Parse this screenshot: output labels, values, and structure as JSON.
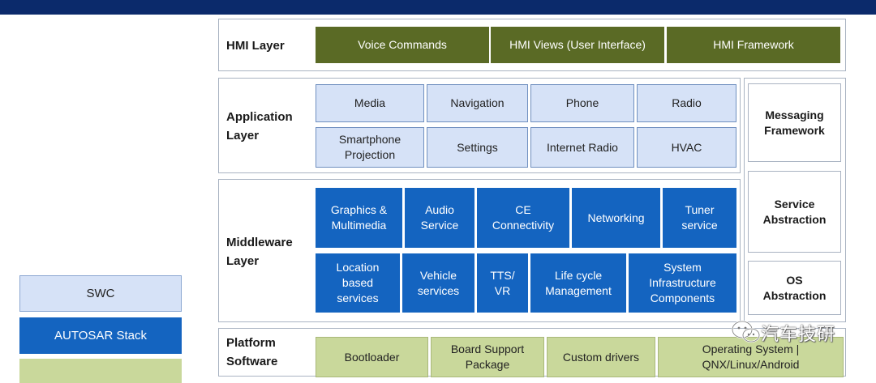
{
  "colors": {
    "topbar": "#0b2a6b",
    "hmi_fill": "#5a6a25",
    "app_fill": "#d6e2f7",
    "mid_fill": "#1464c0",
    "plat_fill": "#c9d89b",
    "legend_swc": "#d6e2f7",
    "legend_autosar": "#1464c0",
    "legend_third": "#c9d89b"
  },
  "hmi": {
    "label": "HMI Layer",
    "boxes": [
      "Voice Commands",
      "HMI Views (User Interface)",
      "HMI Framework"
    ]
  },
  "application": {
    "label": "Application\nLayer",
    "row1": [
      "Media",
      "Navigation",
      "Phone",
      "Radio"
    ],
    "row2": [
      "Smartphone\nProjection",
      "Settings",
      "Internet Radio",
      "HVAC"
    ]
  },
  "middleware": {
    "label": "Middleware\nLayer",
    "row1": [
      "Graphics &\nMultimedia",
      "Audio\nService",
      "CE\nConnectivity",
      "Networking",
      "Tuner\nservice"
    ],
    "row2": [
      "Location\nbased\nservices",
      "Vehicle\nservices",
      "TTS/\nVR",
      "Life cycle\nManagement",
      "System\nInfrastructure\nComponents"
    ]
  },
  "platform": {
    "label": "Platform\nSoftware",
    "boxes": [
      "Bootloader",
      "Board Support\nPackage",
      "Custom drivers",
      "Operating System |\nQNX/Linux/Android"
    ]
  },
  "side": {
    "boxes": [
      "Messaging\nFramework",
      "Service\nAbstraction",
      "OS\nAbstraction"
    ]
  },
  "legend": {
    "items": [
      "SWC",
      "AUTOSAR Stack",
      ""
    ]
  },
  "watermark": {
    "text": "汽车技研"
  }
}
